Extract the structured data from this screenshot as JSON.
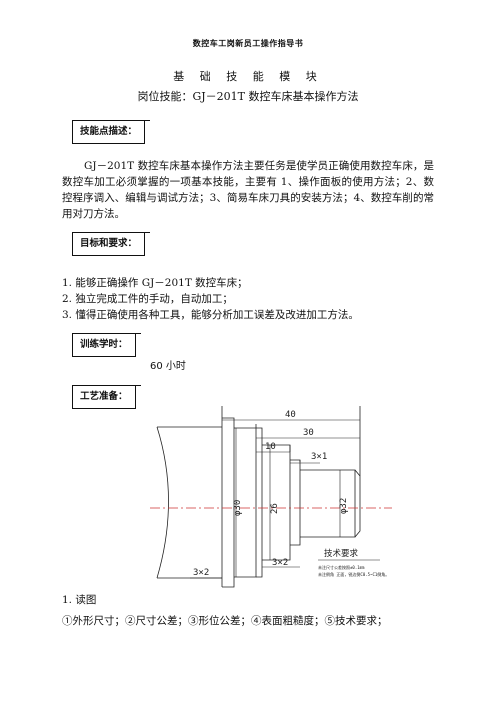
{
  "header": {
    "title": "数控车工岗新员工操作指导书"
  },
  "module": {
    "title": "基 础 技 能 模 块",
    "skill_line": "岗位技能：GJ－201T 数控车床基本操作方法"
  },
  "sections": {
    "skill_desc_tag": "技能点描述：",
    "skill_desc_text": "GJ－201T 数控车床基本操作方法主要任务是使学员正确使用数控车床，是数控车加工必须掌握的一项基本技能，主要有 1、操作面板的使用方法；2、数控程序调入、编辑与调试方法；3、简易车床刀具的安装方法；4、数控车削的常用对刀方法。",
    "goal_tag": "目标和要求：",
    "goals": [
      "1.  能够正确操作 GJ－201T 数控车床；",
      "2.  独立完成工件的手动，自动加工；",
      "3.  懂得正确使用各种工具，能够分析加工误差及改进加工方法。"
    ],
    "hours_tag": "训练学时：",
    "hours_value": "60 小时",
    "prep_tag": "工艺准备："
  },
  "drawing": {
    "dim_40": "40",
    "dim_30": "30",
    "dim_10": "10",
    "dim_3x1": "3×1",
    "dim_phi30": "φ30",
    "dim_26": "26",
    "dim_phi32": "φ32",
    "dim_3x2_left": "3×2",
    "dim_3x2_right": "3×2",
    "tech_title": "技术要求",
    "tech_line1": "未注尺寸公差按照±0.1mm",
    "tech_line2": "未注倒角 正面，锐边倒C0.5~C1倒角。"
  },
  "footer": {
    "read_title": "1. 读图",
    "points": "①外形尺寸；②尺寸公差；③形位公差；④表面粗糙度；⑤技术要求；"
  }
}
